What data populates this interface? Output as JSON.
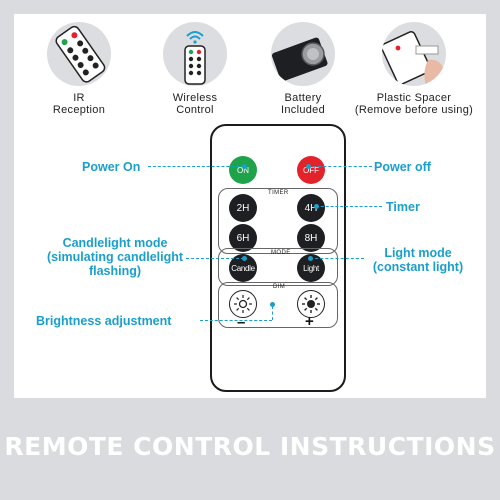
{
  "features": [
    {
      "icon": "ir-remote-icon",
      "lines": [
        "IR",
        "Reception"
      ]
    },
    {
      "icon": "wireless-remote-icon",
      "lines": [
        "Wireless",
        "Control"
      ]
    },
    {
      "icon": "battery-icon",
      "lines": [
        "Battery",
        "Included"
      ]
    },
    {
      "icon": "plastic-spacer-icon",
      "lines": [
        "Plastic Spacer",
        "(Remove before using)"
      ]
    }
  ],
  "remote": {
    "on": "ON",
    "off": "OFF",
    "timer_label": "TIMER",
    "timer_buttons": [
      "2H",
      "4H",
      "6H",
      "8H"
    ],
    "mode_label": "MODE",
    "candle": "Candle",
    "light": "Light",
    "dim_label": "DIM",
    "minus": "–",
    "plus": "+"
  },
  "callouts": {
    "power_on": "Power On",
    "power_off": "Power off",
    "timer": "Timer",
    "candle_mode": [
      "Candlelight mode",
      "(simulating candlelight",
      "flashing)"
    ],
    "light_mode": [
      "Light mode",
      "(constant light)"
    ],
    "brightness": "Brightness adjustment"
  },
  "banner": "REMOTE CONTROL INSTRUCTIONS",
  "colors": {
    "accent": "#1a9fcc",
    "on_button": "#1ea24a",
    "off_button": "#e4222a",
    "background": "#d9dbde"
  }
}
